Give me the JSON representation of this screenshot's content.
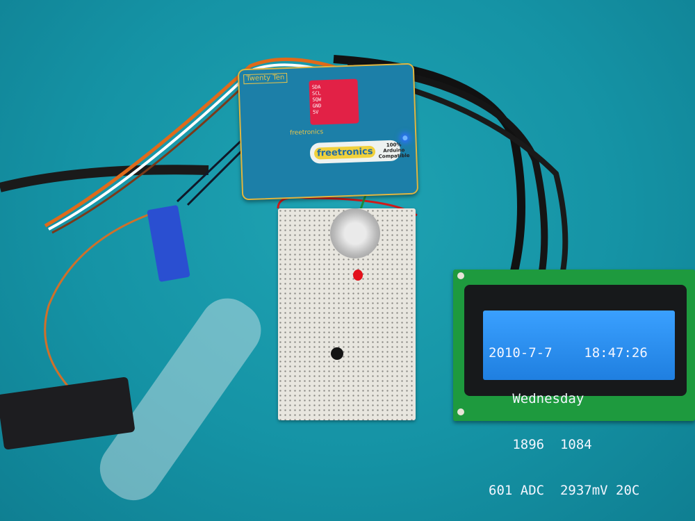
{
  "arduino": {
    "board_name": "Twenty Ten",
    "brand": "freetronics",
    "logo_brand": "freetronics",
    "logo_tagline": [
      "100%",
      "Arduino",
      "Compatible"
    ],
    "rtc_pins": [
      "SDA",
      "SCL",
      "SQW",
      "GND",
      "5V"
    ]
  },
  "lcd": {
    "lines": [
      "2010-7-7    18:47:26",
      "   Wednesday",
      "   1896  1084",
      "601 ADC  2937mV 20C"
    ]
  },
  "colors": {
    "background": "#1593a5",
    "lcd_backlight": "#2a8eea",
    "pcb_green": "#1e9a3e",
    "board_blue": "#1c7fa8",
    "rtc_red": "#e22146"
  }
}
